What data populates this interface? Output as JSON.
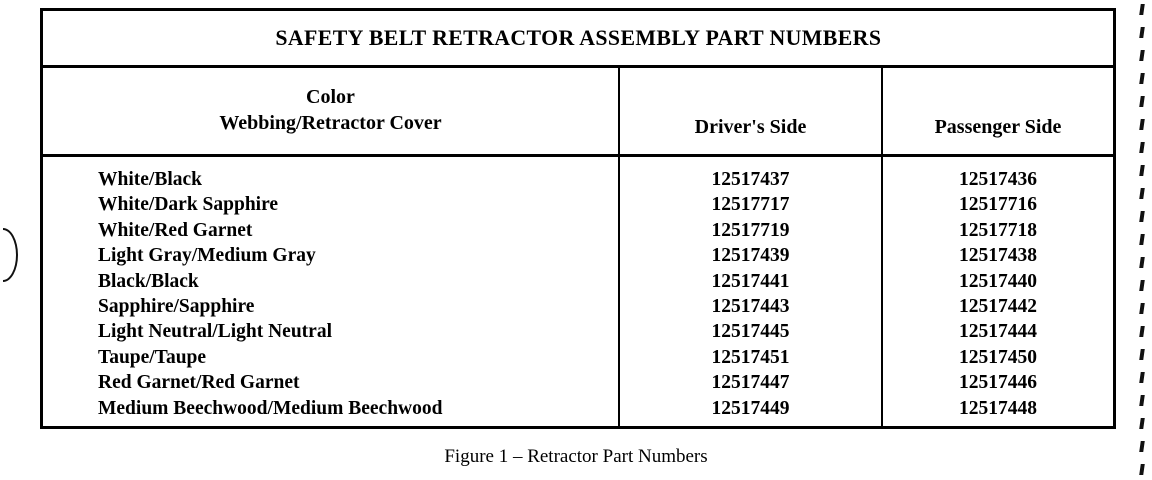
{
  "document": {
    "figure_caption": "Figure 1 – Retractor Part Numbers"
  },
  "table": {
    "title": "SAFETY BELT RETRACTOR ASSEMBLY PART NUMBERS",
    "headers": {
      "color_line1": "Color",
      "color_line2": "Webbing/Retractor Cover",
      "driver": "Driver's Side",
      "passenger": "Passenger Side"
    },
    "rows": [
      {
        "color": "White/Black",
        "driver": "12517437",
        "passenger": "12517436"
      },
      {
        "color": "White/Dark Sapphire",
        "driver": "12517717",
        "passenger": "12517716"
      },
      {
        "color": "White/Red Garnet",
        "driver": "12517719",
        "passenger": "12517718"
      },
      {
        "color": "Light Gray/Medium Gray",
        "driver": "12517439",
        "passenger": "12517438"
      },
      {
        "color": "Black/Black",
        "driver": "12517441",
        "passenger": "12517440"
      },
      {
        "color": "Sapphire/Sapphire",
        "driver": "12517443",
        "passenger": "12517442"
      },
      {
        "color": "Light Neutral/Light Neutral",
        "driver": "12517445",
        "passenger": "12517444"
      },
      {
        "color": "Taupe/Taupe",
        "driver": "12517451",
        "passenger": "12517450"
      },
      {
        "color": "Red Garnet/Red Garnet",
        "driver": "12517447",
        "passenger": "12517446"
      },
      {
        "color": "Medium Beechwood/Medium Beechwood",
        "driver": "12517449",
        "passenger": "12517448"
      }
    ]
  },
  "colors": {
    "ink": "#000000",
    "paper": "#ffffff"
  }
}
